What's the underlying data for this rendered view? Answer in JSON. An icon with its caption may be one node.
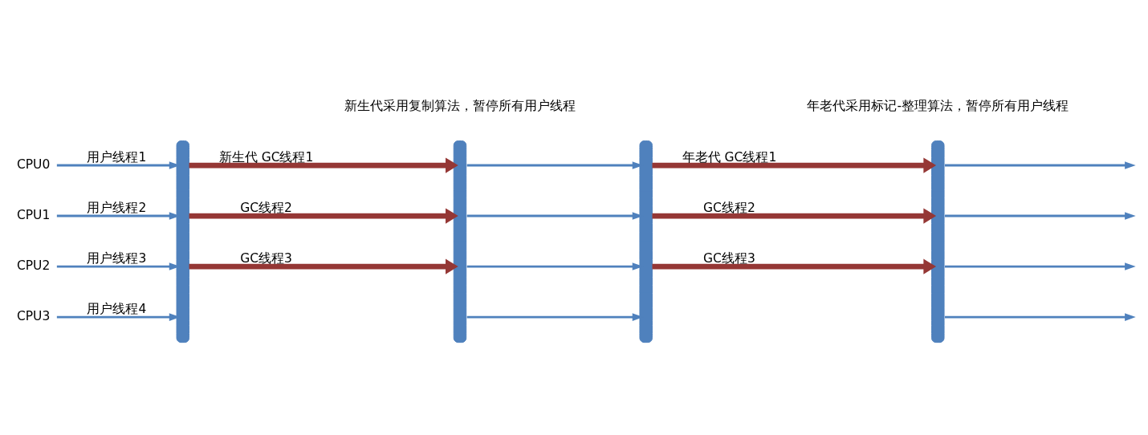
{
  "diagram": {
    "nodes": [
      {
        "text": [
          "CPU0"
        ]
      },
      {
        "text": [
          "CPU1"
        ]
      },
      {
        "text": [
          "CPU2"
        ]
      },
      {
        "text": [
          "CPU3"
        ]
      },
      {
        "text": [],
        "shape": "bar"
      },
      {
        "text": [],
        "shape": "bar"
      },
      {
        "text": [],
        "shape": "bar"
      },
      {
        "text": [],
        "shape": "bar"
      }
    ],
    "edges": [
      {
        "from": 0,
        "to": 4,
        "arrow": "to",
        "label": "用户线程1"
      },
      {
        "from": 1,
        "to": 4,
        "arrow": "to",
        "label": "用户线程2"
      },
      {
        "from": 2,
        "to": 4,
        "arrow": "to",
        "label": "用户线程3"
      },
      {
        "from": 3,
        "to": 4,
        "arrow": "to",
        "label": "用户线程4"
      },
      {
        "from": 4,
        "to": 5,
        "arrow": "to",
        "label": "新生代 GC线程1",
        "style": "thick",
        "color": "#953735"
      },
      {
        "from": 4,
        "to": 5,
        "arrow": "to",
        "label": "GC线程2",
        "style": "thick",
        "color": "#953735"
      },
      {
        "from": 4,
        "to": 5,
        "arrow": "to",
        "label": "GC线程3",
        "style": "thick",
        "color": "#953735"
      },
      {
        "from": 5,
        "to": 6,
        "arrow": "to"
      },
      {
        "from": 5,
        "to": 6,
        "arrow": "to"
      },
      {
        "from": 5,
        "to": 6,
        "arrow": "to"
      },
      {
        "from": 5,
        "to": 6,
        "arrow": "to"
      },
      {
        "from": 6,
        "to": 7,
        "arrow": "to",
        "label": "年老代 GC线程1",
        "style": "thick",
        "color": "#953735"
      },
      {
        "from": 6,
        "to": 7,
        "arrow": "to",
        "label": "GC线程2",
        "style": "thick",
        "color": "#953735"
      },
      {
        "from": 6,
        "to": 7,
        "arrow": "to",
        "label": "GC线程3",
        "style": "thick",
        "color": "#953735"
      },
      {
        "from": 7,
        "to": null,
        "arrow": "to"
      },
      {
        "from": 7,
        "to": null,
        "arrow": "to"
      },
      {
        "from": 7,
        "to": null,
        "arrow": "to"
      },
      {
        "from": 7,
        "to": null,
        "arrow": "to"
      }
    ],
    "labels": [
      "新生代采用复制算法，暂停所有用户线程",
      "年老代采用标记-整理算法，暂停所有用户线程"
    ]
  }
}
